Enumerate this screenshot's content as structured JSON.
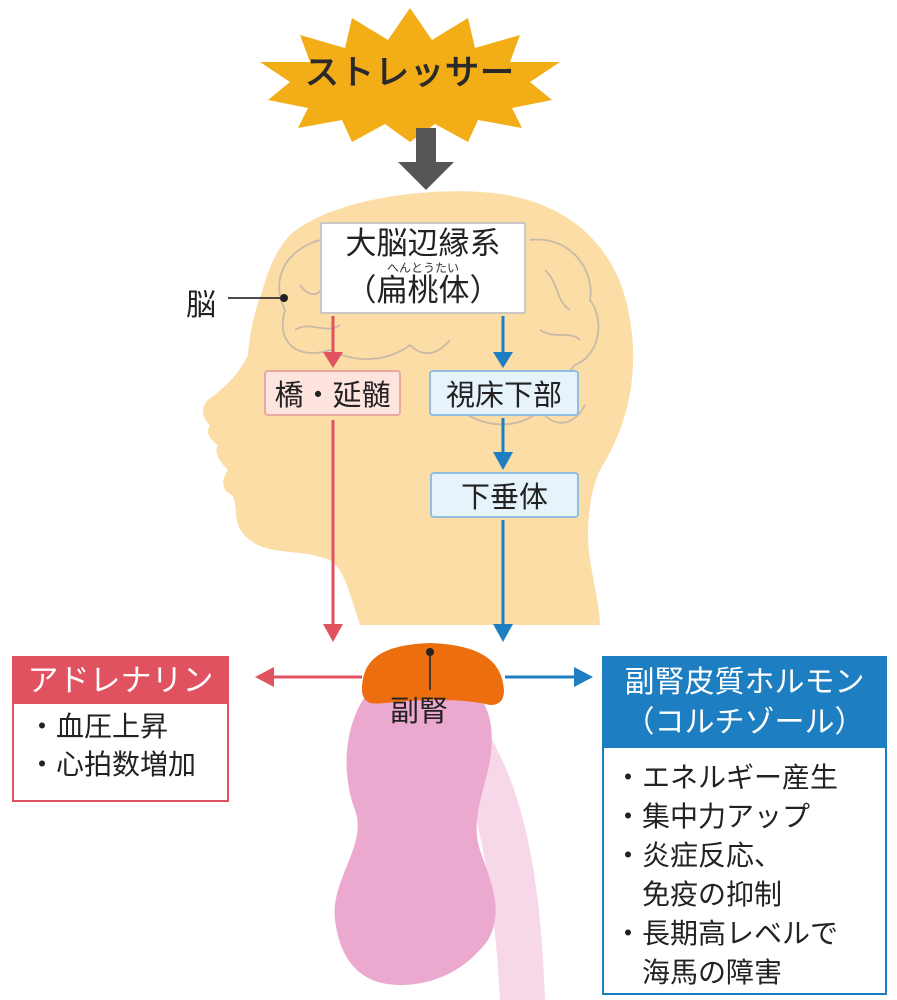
{
  "stressor": "ストレッサー",
  "brain_label": "脳",
  "limbic": {
    "line1": "大脳辺縁系",
    "ruby": "へんとうたい",
    "line2": "（扁桃体）"
  },
  "pons_box": "橋・延髄",
  "hypothalamus_box": "視床下部",
  "pituitary_box": "下垂体",
  "adrenal_label": "副腎",
  "adrenaline": {
    "title": "アドレナリン",
    "items": [
      "・血圧上昇",
      "・心拍数増加"
    ]
  },
  "cortisol": {
    "title_line1": "副腎皮質ホルモン",
    "title_line2": "（コルチゾール）",
    "items": [
      "・エネルギー産生",
      "・集中力アップ",
      "・炎症反応、",
      "　免疫の抑制",
      "・長期高レベルで",
      "　海馬の障害"
    ]
  },
  "colors": {
    "red": "#e0525f",
    "blue": "#1d7ec2",
    "head": "#fbdda5",
    "kidney": "#eca9cf",
    "adrenal": "#ec6e0f",
    "burst": "#f2ad17"
  }
}
